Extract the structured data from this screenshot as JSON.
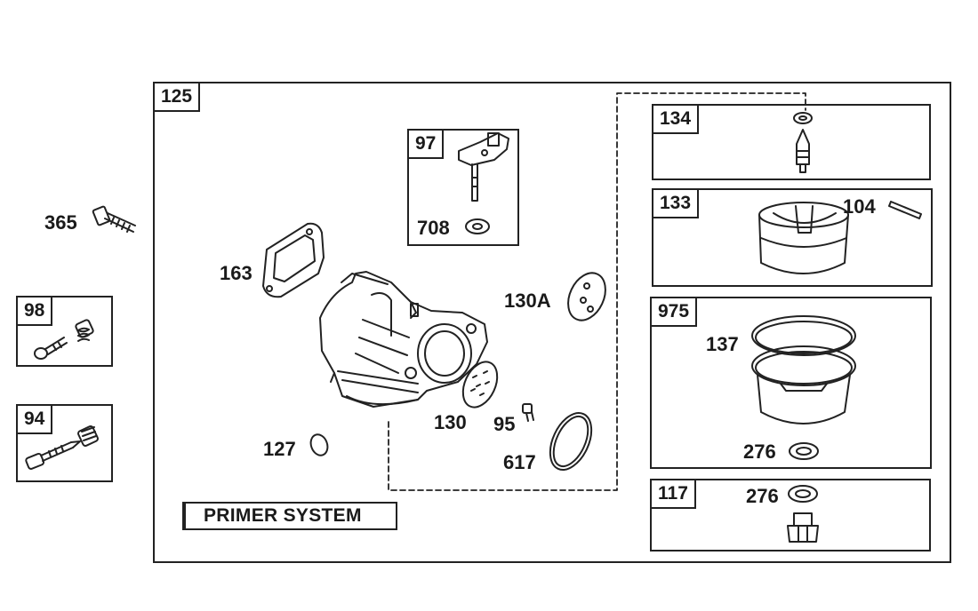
{
  "callouts": {
    "main": "125",
    "throttle_shaft": "97",
    "gasket_708": "708",
    "screw_365": "365",
    "kit_98": "98",
    "kit_94": "94",
    "gasket_163": "163",
    "plate_130a": "130A",
    "plate_130": "130",
    "screw_95": "95",
    "ring_617": "617",
    "plug_127": "127",
    "needle_134": "134",
    "float_133": "133",
    "pin_104": "104",
    "bowl_975": "975",
    "ring_137": "137",
    "washer_276_a": "276",
    "bolt_117": "117",
    "washer_276_b": "276"
  },
  "primer_system_label": "PRIMER SYSTEM"
}
